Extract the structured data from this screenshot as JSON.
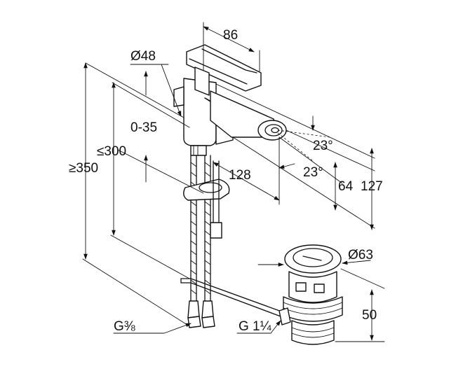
{
  "dimensions": {
    "top_width": "86",
    "spout_diameter": "Ø48",
    "swivel_range": "0-35",
    "height_max_inner": "≤300",
    "height_min_outer": "≥350",
    "reach": "128",
    "angle_upper": "23°",
    "angle_lower": "23°",
    "outlet_height": "64",
    "total_height": "127",
    "waste_diameter": "Ø63",
    "waste_height": "50",
    "hose_thread": "G⅜",
    "waste_thread": "G 1¼"
  }
}
